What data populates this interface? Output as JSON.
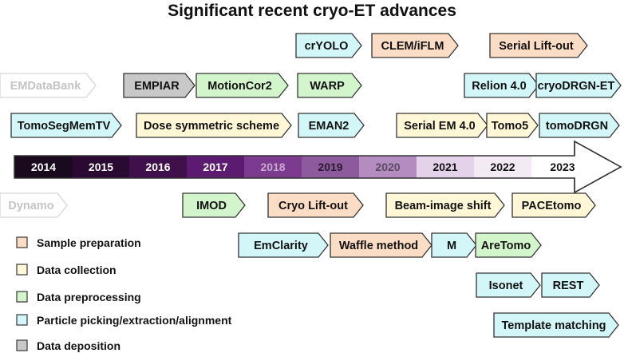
{
  "title": "Significant recent cryo-ET advances",
  "colors": {
    "sample": "#fbdcc5",
    "collection": "#fff7d6",
    "preproc": "#d3f5cc",
    "picking": "#d3f6f8",
    "deposition": "#c8c8c8",
    "faded": "#ffffff"
  },
  "timeline": [
    {
      "year": "2014",
      "bg": "#1a0a1e",
      "fg": "#ffffff"
    },
    {
      "year": "2015",
      "bg": "#2a0a32",
      "fg": "#ffffff"
    },
    {
      "year": "2016",
      "bg": "#40104d",
      "fg": "#ffffff"
    },
    {
      "year": "2017",
      "bg": "#5c1a70",
      "fg": "#ffffff"
    },
    {
      "year": "2018",
      "bg": "#7c3b8f",
      "fg": "#c8a8d0"
    },
    {
      "year": "2019",
      "bg": "#8c5a9d",
      "fg": "#2a1a2e"
    },
    {
      "year": "2020",
      "bg": "#b48cc0",
      "fg": "#5a4a60"
    },
    {
      "year": "2021",
      "bg": "#e4d2ea",
      "fg": "#111111"
    },
    {
      "year": "2022",
      "bg": "#f3eaf6",
      "fg": "#111111"
    },
    {
      "year": "2023",
      "bg": "#ffffff",
      "fg": "#111111"
    }
  ],
  "tags_above": [
    {
      "label": "crYOLO",
      "cat": "picking"
    },
    {
      "label": "CLEM/iFLM",
      "cat": "sample"
    },
    {
      "label": "Serial Lift-out",
      "cat": "sample"
    },
    {
      "label": "EMDataBank",
      "cat": "faded"
    },
    {
      "label": "EMPIAR",
      "cat": "deposition"
    },
    {
      "label": "MotionCor2",
      "cat": "preproc"
    },
    {
      "label": "WARP",
      "cat": "preproc"
    },
    {
      "label": "Relion 4.0",
      "cat": "picking"
    },
    {
      "label": "cryoDRGN-ET",
      "cat": "picking"
    },
    {
      "label": "TomoSegMemTV",
      "cat": "picking"
    },
    {
      "label": "Dose symmetric scheme",
      "cat": "collection"
    },
    {
      "label": "EMAN2",
      "cat": "picking"
    },
    {
      "label": "Serial EM 4.0",
      "cat": "collection"
    },
    {
      "label": "Tomo5",
      "cat": "collection"
    },
    {
      "label": "tomoDRGN",
      "cat": "picking"
    }
  ],
  "tags_below": [
    {
      "label": "Dynamo",
      "cat": "faded"
    },
    {
      "label": "IMOD",
      "cat": "preproc"
    },
    {
      "label": "Cryo Lift-out",
      "cat": "sample"
    },
    {
      "label": "Beam-image shift",
      "cat": "collection"
    },
    {
      "label": "PACEtomo",
      "cat": "collection"
    },
    {
      "label": "EmClarity",
      "cat": "picking"
    },
    {
      "label": "Waffle method",
      "cat": "sample"
    },
    {
      "label": "M",
      "cat": "picking"
    },
    {
      "label": "AreTomo",
      "cat": "preproc"
    },
    {
      "label": "Isonet",
      "cat": "picking"
    },
    {
      "label": "REST",
      "cat": "picking"
    },
    {
      "label": "Template matching",
      "cat": "picking"
    }
  ],
  "legend": [
    {
      "label": "Sample preparation",
      "cat": "sample"
    },
    {
      "label": "Data collection",
      "cat": "collection"
    },
    {
      "label": "Data preprocessing",
      "cat": "preproc"
    },
    {
      "label": "Particle picking/extraction/alignment",
      "cat": "picking"
    },
    {
      "label": "Data deposition",
      "cat": "deposition"
    }
  ]
}
